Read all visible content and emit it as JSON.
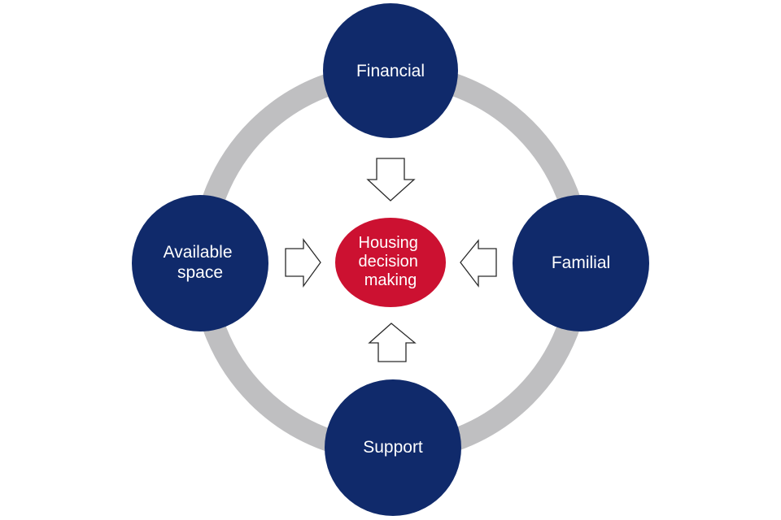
{
  "diagram": {
    "type": "cycle-hub",
    "colors": {
      "ring": "#BFBFC1",
      "outer_node": "#102A6B",
      "center_node": "#CC1131",
      "label_text": "#FFFFFF",
      "arrow_fill": "#FFFFFF",
      "arrow_stroke": "#2A2A2A"
    },
    "center": {
      "lines": [
        "Housing",
        "decision",
        "making"
      ]
    },
    "nodes": [
      {
        "id": "financial",
        "position": "top",
        "lines": [
          "Financial"
        ],
        "arrow_direction": "down"
      },
      {
        "id": "familial",
        "position": "right",
        "lines": [
          "Familial"
        ],
        "arrow_direction": "left"
      },
      {
        "id": "support",
        "position": "bottom",
        "lines": [
          "Support"
        ],
        "arrow_direction": "up"
      },
      {
        "id": "available-space",
        "position": "left",
        "lines": [
          "Available",
          "space"
        ],
        "arrow_direction": "right"
      }
    ]
  }
}
